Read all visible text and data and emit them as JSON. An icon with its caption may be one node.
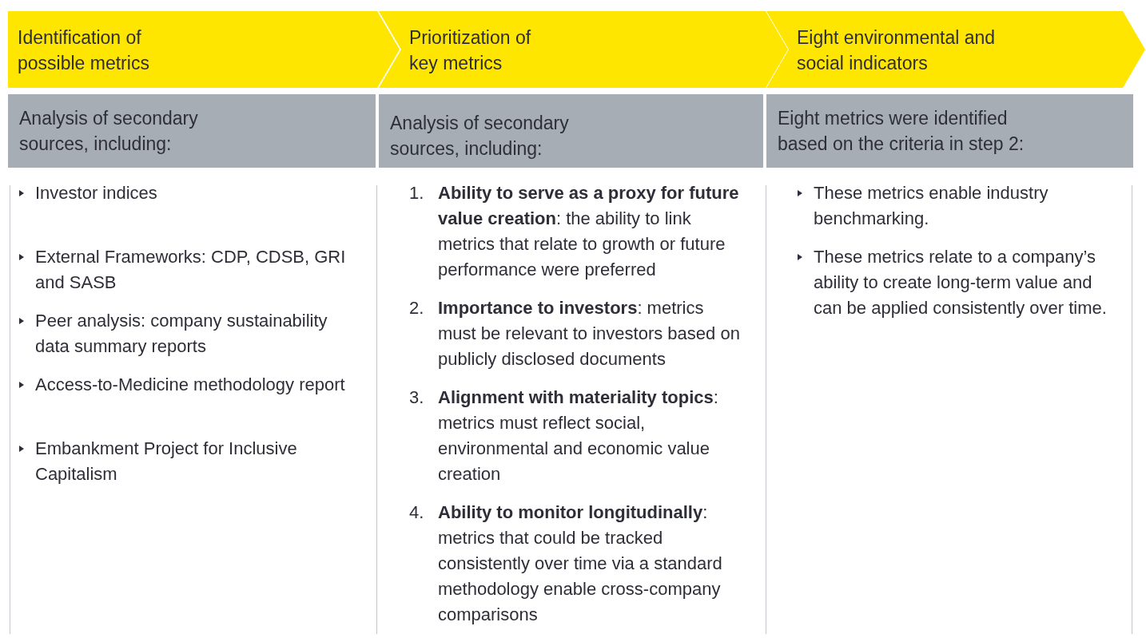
{
  "diagram": {
    "nodes": [
      {
        "text": [
          "Identification of possible metrics"
        ]
      },
      {
        "text": [
          "Prioritization of key metrics"
        ]
      },
      {
        "text": [
          "Eight environmental and social indicators"
        ]
      },
      {
        "text": [
          "Analysis of secondary sources, including:"
        ]
      },
      {
        "text": [
          "Analysis of secondary sources, including:"
        ]
      },
      {
        "text": [
          "Eight metrics were identified based on the criteria in step 2:"
        ]
      }
    ],
    "edges": [],
    "labels": [
      "Investor indices",
      "External Frameworks: CDP, CDSB, GRI and SASB",
      "Peer analysis: company sustainability data summary reports",
      "Access-to-Medicine methodology report",
      "Embankment Project for Inclusive Capitalism",
      "1.",
      "**Ability to serve as a proxy for future value creation**: the ability to link metrics that relate to growth or future performance were preferred",
      "2.",
      "**Importance to investors**: metrics must be relevant to investors based on publicly disclosed documents",
      "3.",
      "**Alignment with materiality topics**: metrics must reflect social, environmental and economic value creation",
      "4.",
      "**Ability to monitor longitudinally**: metrics that could be tracked consistently over time via a standard methodology enable cross-company comparisons",
      "These metrics enable industry benchmarking.",
      "These metrics relate to a company’s ability to create long-term value and can be applied consistently over time."
    ]
  }
}
